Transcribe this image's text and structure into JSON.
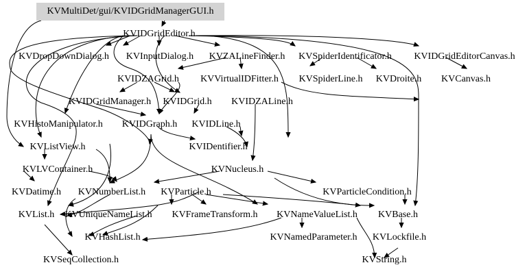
{
  "root": "KVMultiDet/gui/KVIDGridManagerGUI.h",
  "nodes": {
    "editor": "KVIDGridEditor.h",
    "dropdown": "KVDropDownDialog.h",
    "inputdialog": "KVInputDialog.h",
    "zalinefinder": "KVZALineFinder.h",
    "spiderident": "KVSpiderIdentificator.h",
    "editorcanvas": "KVIDGridEditorCanvas.h",
    "spiderline": "KVSpiderLine.h",
    "droite": "KVDroite.h",
    "canvas": "KVCanvas.h",
    "zagrid": "KVIDZAGrid.h",
    "virtualfitter": "KVVirtualIDFitter.h",
    "gridmanager": "KVIDGridManager.h",
    "idgrid": "KVIDGrid.h",
    "zaline": "KVIDZALine.h",
    "histomanip": "KVHistoManipulator.h",
    "idgraph": "KVIDGraph.h",
    "idline": "KVIDLine.h",
    "listview": "KVListView.h",
    "identifier": "KVIDentifier.h",
    "lvcontainer": "KVLVContainer.h",
    "nucleus": "KVNucleus.h",
    "datime": "KVDatime.h",
    "numberlist": "KVNumberList.h",
    "particle": "KVParticle.h",
    "particlecond": "KVParticleCondition.h",
    "list": "KVList.h",
    "uniquenamelist": "KVUniqueNameList.h",
    "frametransform": "KVFrameTransform.h",
    "namevaluelist": "KVNameValueList.h",
    "base": "KVBase.h",
    "hashlist": "KVHashList.h",
    "namedparameter": "KVNamedParameter.h",
    "lockfile": "KVLockfile.h",
    "seqcollection": "KVSeqCollection.h",
    "string": "KVString.h"
  }
}
